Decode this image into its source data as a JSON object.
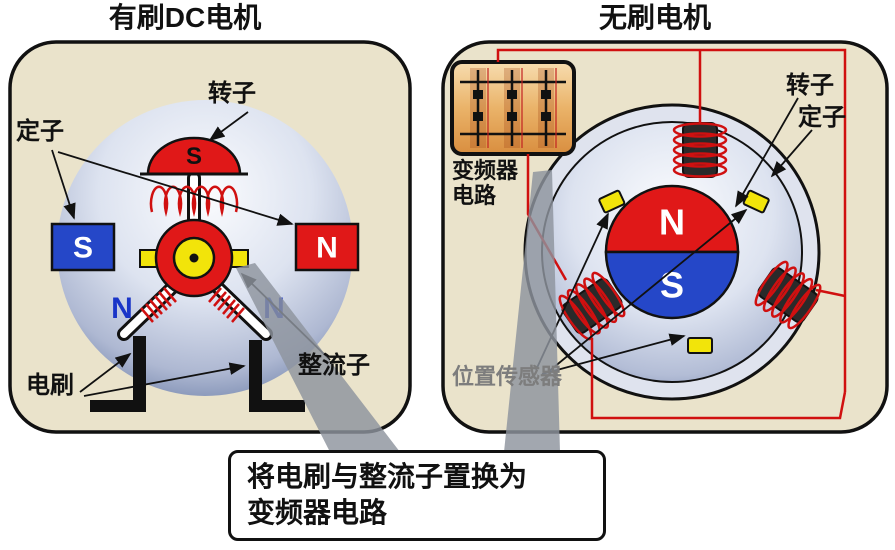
{
  "left_panel": {
    "title": "有刷DC电机",
    "labels": {
      "rotor": "转子",
      "stator": "定子",
      "brush": "电刷",
      "commutator": "整流子"
    },
    "magnet_letters": {
      "top": "S",
      "left": "S",
      "right": "N",
      "inner_left": "N",
      "inner_right": "N"
    }
  },
  "right_panel": {
    "title": "无刷电机",
    "labels": {
      "inverter_line1": "变频器",
      "inverter_line2": "电路",
      "rotor": "转子",
      "stator": "定子",
      "position_sensor": "位置传感器"
    },
    "magnet_letters": {
      "north": "N",
      "south": "S"
    }
  },
  "callout": {
    "line1": "将电刷与整流子置换为",
    "line2": "变频器电路"
  },
  "colors": {
    "panel_fill": "#eae3cb",
    "magnet_red": "#e01818",
    "magnet_blue": "#2547c8",
    "sensor_yellow": "#f2e40a",
    "wire_red": "#d01010",
    "callout_arrow_gray": "#8e949d"
  }
}
